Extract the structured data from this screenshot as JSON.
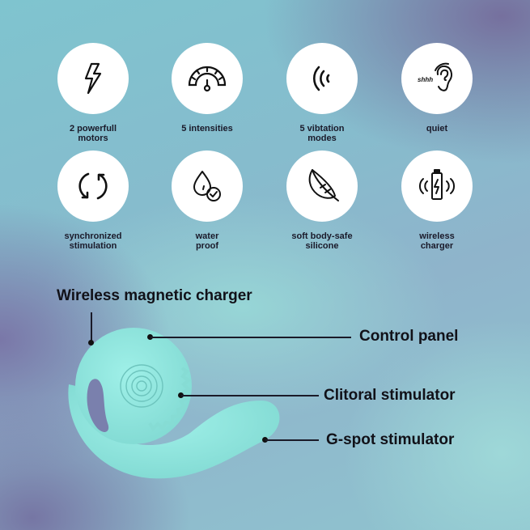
{
  "features": [
    {
      "label": "2 powerfull\nmotors",
      "icon": "lightning-bolt-icon"
    },
    {
      "label": "5 intensities",
      "icon": "speedometer-gauge-icon"
    },
    {
      "label": "5 vibtation\nmodes",
      "icon": "vibration-waves-icon"
    },
    {
      "label": "quiet",
      "icon": "ear-shhh-icon",
      "icon_text": "shhh"
    },
    {
      "label": "synchronized\nstimulation",
      "icon": "sync-arrows-icon"
    },
    {
      "label": "water\nproof",
      "icon": "water-drop-check-icon"
    },
    {
      "label": "soft body-safe\nsilicone",
      "icon": "feather-icon"
    },
    {
      "label": "wireless\ncharger",
      "icon": "wireless-battery-icon"
    }
  ],
  "diagram": {
    "callouts": {
      "charger": "Wireless magnetic charger",
      "control": "Control panel",
      "clitoral": "Clitoral stimulator",
      "gspot": "G-spot stimulator"
    },
    "product_color": "#8fe3dc"
  },
  "colors": {
    "background_teal": "#86c4cf",
    "background_purple": "#76709e",
    "circle": "#ffffff",
    "text": "#111118"
  }
}
